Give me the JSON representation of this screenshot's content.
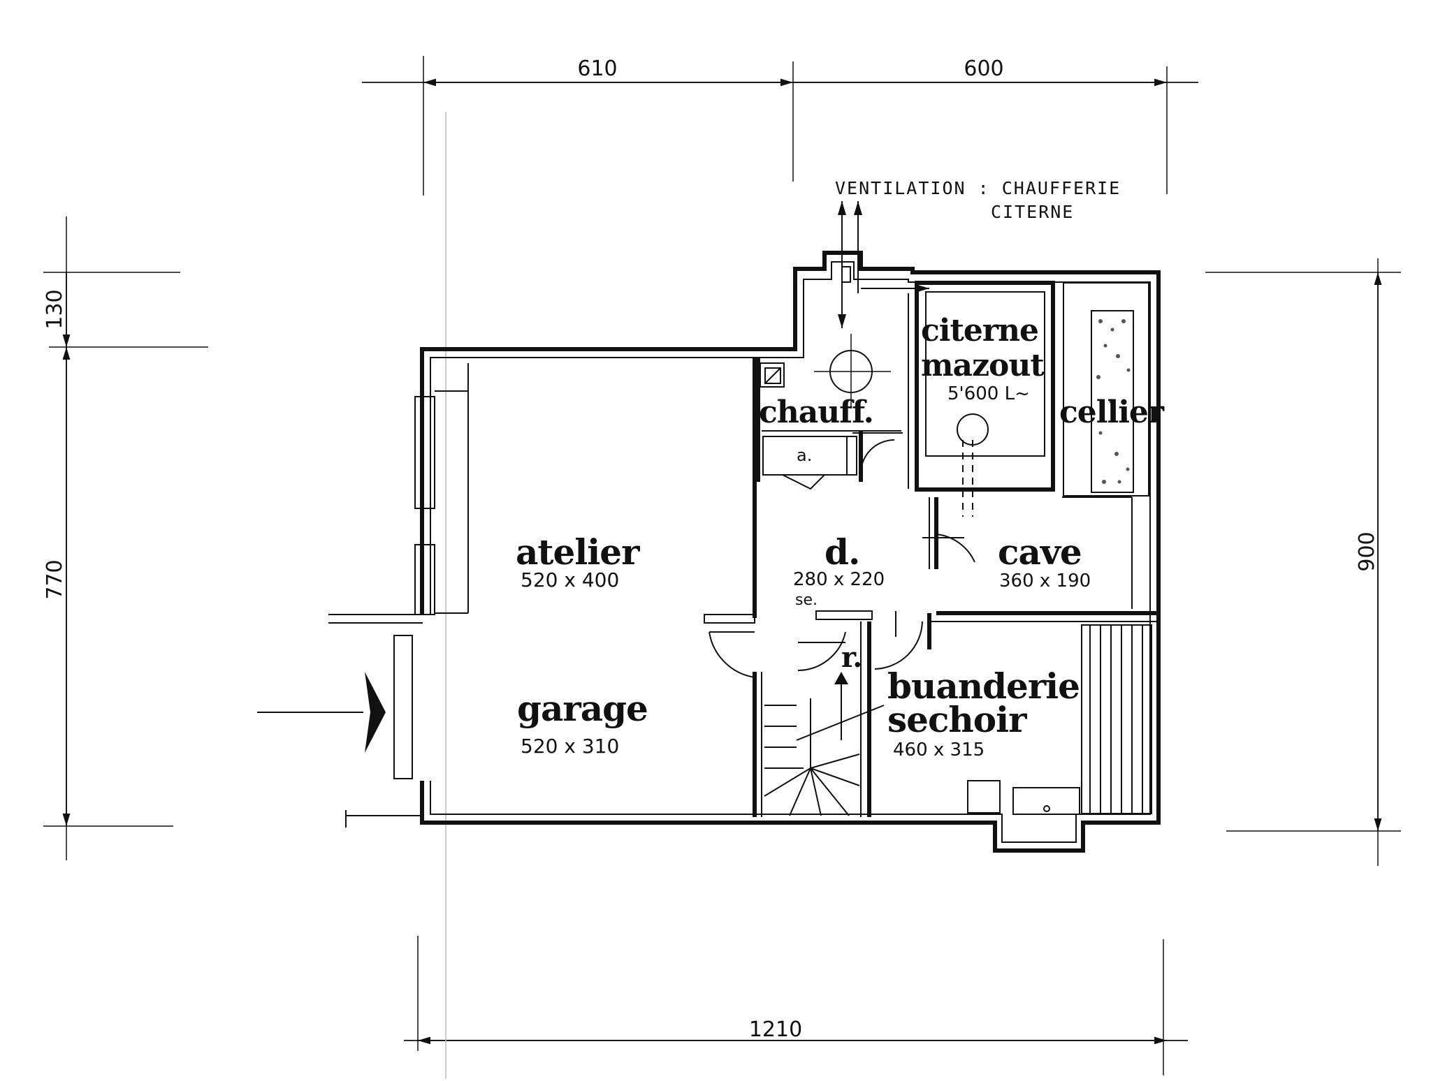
{
  "dimensions": {
    "top_left": "610",
    "top_right": "600",
    "left_upper": "130",
    "left_lower": "770",
    "right": "900",
    "bottom": "1210"
  },
  "notes": {
    "ventilation_line1": "VENTILATION : CHAUFFERIE",
    "ventilation_line2": "CITERNE"
  },
  "rooms": {
    "citerne": {
      "name_line1": "citerne",
      "name_line2": "mazout",
      "capacity": "5'600 L~"
    },
    "chauff": {
      "name": "chauff."
    },
    "cellier": {
      "name": "cellier"
    },
    "armoire": {
      "name": "a."
    },
    "atelier": {
      "name": "atelier",
      "size": "520 x 400"
    },
    "degagement": {
      "name": "d.",
      "size": "280 x 220",
      "extra": "se."
    },
    "cave": {
      "name": "cave",
      "size": "360 x 190"
    },
    "garage": {
      "name": "garage",
      "size": "520 x 310"
    },
    "escalier": {
      "name": "r."
    },
    "buanderie": {
      "name_line1": "buanderie",
      "name_line2": "sechoir",
      "size": "460 x 315"
    }
  }
}
